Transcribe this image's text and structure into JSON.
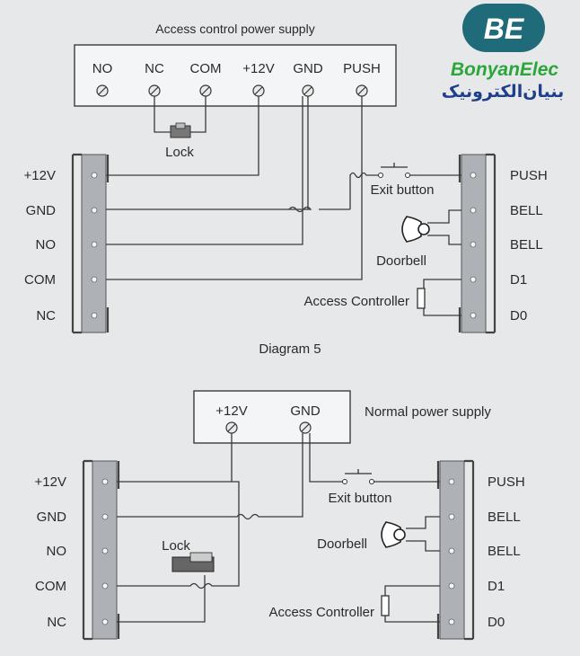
{
  "logo": {
    "mark": "BE",
    "name": "BonyanElec",
    "name_fa": "بنیان‌الکترونیک",
    "colors": {
      "mark_bg": "#1f6b7a",
      "mark_fg": "#ffffff",
      "name": "#2aa63b",
      "name_fa": "#1f3f8a"
    }
  },
  "diagram5": {
    "supply_title": "Access control power supply",
    "supply_terminals": [
      "NO",
      "NC",
      "COM",
      "+12V",
      "GND",
      "PUSH"
    ],
    "lock_label": "Lock",
    "left_pins": [
      "+12V",
      "GND",
      "NO",
      "COM",
      "NC"
    ],
    "right_pins": [
      "PUSH",
      "BELL",
      "BELL",
      "D1",
      "D0"
    ],
    "exit_button": "Exit button",
    "doorbell": "Doorbell",
    "controller": "Access Controller",
    "caption": "Diagram 5"
  },
  "diagram6": {
    "supply_title": "Normal power supply",
    "supply_terminals": [
      "+12V",
      "GND"
    ],
    "lock_label": "Lock",
    "left_pins": [
      "+12V",
      "GND",
      "NO",
      "COM",
      "NC"
    ],
    "right_pins": [
      "PUSH",
      "BELL",
      "BELL",
      "D1",
      "D0"
    ],
    "exit_button": "Exit button",
    "doorbell": "Doorbell",
    "controller": "Access Controller"
  }
}
